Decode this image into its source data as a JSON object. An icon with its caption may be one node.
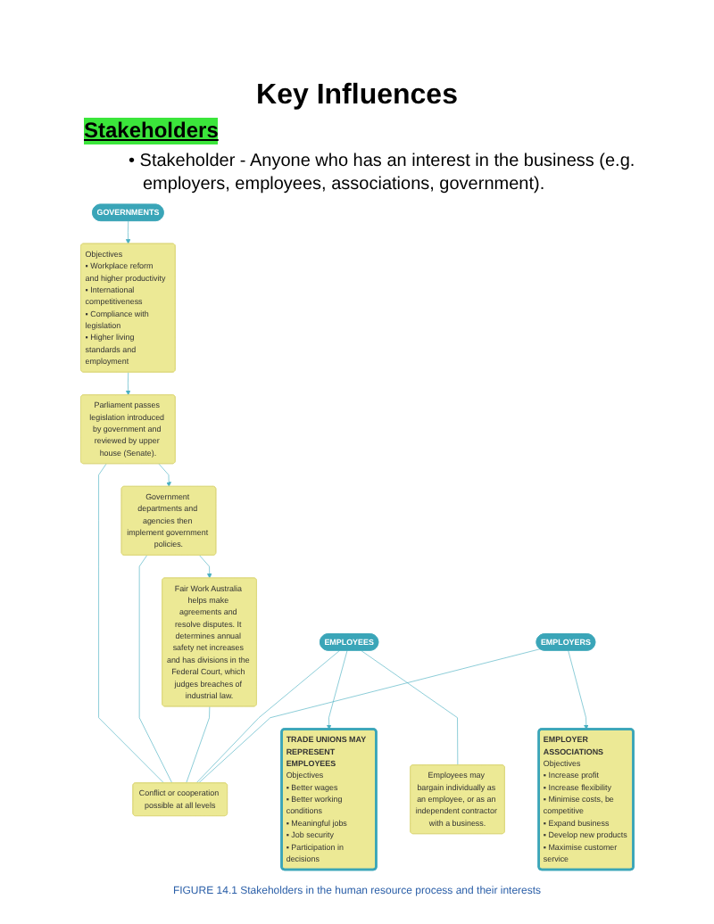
{
  "diagram": {
    "title": "Key Influences",
    "nodes": [
      {
        "text": [
          "GOVERNMENTS"
        ]
      },
      {
        "text": [
          "Objectives",
          "▪ Workplace reform and higher productivity",
          "▪ International competitiveness",
          "▪ Compliance with legislation",
          "▪ Higher living standards and employment"
        ]
      },
      {
        "text": [
          "Parliament passes legislation introduced by government and reviewed by upper house (Senate)."
        ]
      },
      {
        "text": [
          "Government departments and agencies then implement government policies."
        ]
      },
      {
        "text": [
          "Fair Work Australia helps make agreements and resolve disputes. It determines annual safety net increases and has divisions in the Federal Court, which judges breaches of industrial law."
        ]
      },
      {
        "text": [
          "EMPLOYEES"
        ]
      },
      {
        "text": [
          "Conflict or cooperation possible at all levels"
        ]
      },
      {
        "text": [
          "EMPLOYERS"
        ]
      },
      {
        "text": [
          "TRADE UNIONS MAY REPRESENT EMPLOYEES",
          "Objectives",
          "▪ Better wages",
          "▪ Better working conditions",
          "▪ Meaningful jobs",
          "▪ Job security",
          "▪ Participation in decisions"
        ]
      },
      {
        "text": [
          "Employees may bargain individually as an employee, or as an independent contractor with a business."
        ]
      },
      {
        "text": [
          "EMPLOYER ASSOCIATIONS",
          "Objectives",
          "▪ Increase profit",
          "▪ Increase flexibility",
          "▪ Minimise costs, be competitive",
          "▪ Expand business",
          "▪ Develop new products",
          "▪ Maximise customer service"
        ]
      }
    ],
    "edges": [
      {
        "from": 0,
        "to": 1,
        "arrow": "to"
      },
      {
        "from": 1,
        "to": 2,
        "arrow": "to"
      },
      {
        "from": 2,
        "to": 3,
        "arrow": "to"
      },
      {
        "from": 3,
        "to": 4,
        "arrow": "to"
      },
      {
        "from": 2,
        "to": 6,
        "arrow": "none"
      },
      {
        "from": 3,
        "to": 6,
        "arrow": "none"
      },
      {
        "from": 4,
        "to": 6,
        "arrow": "none"
      },
      {
        "from": 5,
        "to": 6,
        "arrow": "none"
      },
      {
        "from": 7,
        "to": 6,
        "arrow": "none"
      },
      {
        "from": 5,
        "to": 8,
        "arrow": "to"
      },
      {
        "from": 5,
        "to": 9,
        "arrow": "none"
      },
      {
        "from": 7,
        "to": 10,
        "arrow": "to"
      }
    ],
    "labels": [
      "Stakeholders",
      "• Stakeholder - Anyone who has an interest in the business (e.g. employers, employees, associations, government)."
    ],
    "caption": "FIGURE 14.1 Stakeholders in the human resource process and their interests"
  }
}
